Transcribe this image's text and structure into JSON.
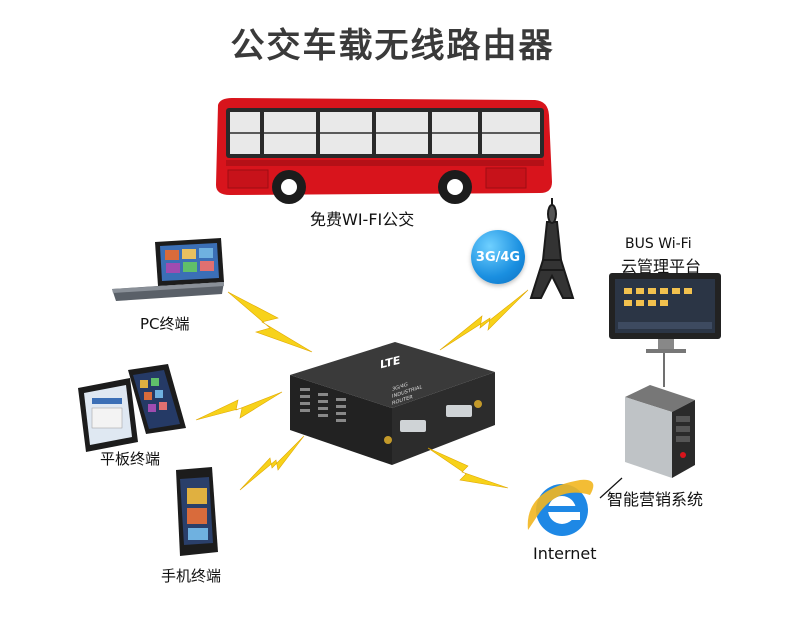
{
  "title": "公交车载无线路由器",
  "labels": {
    "bus": "免费WI-FI公交",
    "pc": "PC终端",
    "tablet": "平板终端",
    "phone": "手机终端",
    "network": "3G/4G",
    "cloud_line1": "BUS Wi-Fi",
    "cloud_line2": "云管理平台",
    "marketing": "智能营销系统",
    "internet": "Internet"
  },
  "router": {
    "brand": "LTE",
    "model_line1": "3G/4G",
    "model_line2": "INDUSTRIAL",
    "model_line3": "ROUTER"
  },
  "colors": {
    "bus_red": "#d8141c",
    "lightning": "#f7d21a",
    "router_body": "#2a2a2a",
    "badge_blue": "#1a8fe0",
    "ie_blue": "#1e88e5"
  }
}
